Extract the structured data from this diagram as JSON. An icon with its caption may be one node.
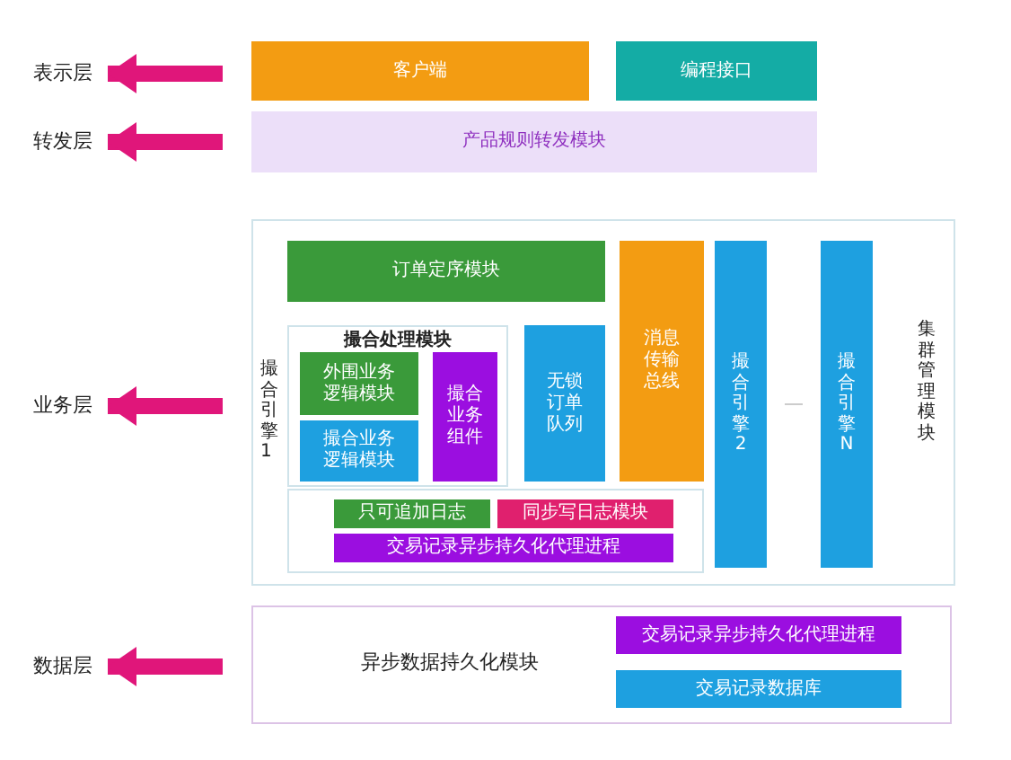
{
  "diagram": {
    "nodes": [
      {
        "text": [
          "表示层"
        ]
      },
      {
        "text": [
          "客户端"
        ]
      },
      {
        "text": [
          "编程接口"
        ]
      },
      {
        "text": [
          "转发层"
        ]
      },
      {
        "text": [
          "产品规则转发模块"
        ]
      },
      {
        "text": [
          "业务层"
        ]
      },
      {
        "text": [],
        "shape": "box"
      },
      {
        "text": [
          "订单定序模块"
        ],
        "in": 6
      },
      {
        "text": [
          "撮合处理模块"
        ],
        "in": 6
      },
      {
        "text": [
          "外围业务逻辑模块"
        ],
        "in": 8
      },
      {
        "text": [
          "撮合业务逻辑模块"
        ],
        "in": 8
      },
      {
        "text": [
          "撮合业务组件"
        ],
        "in": 8
      },
      {
        "text": [
          "无锁订单队列"
        ],
        "in": 6
      },
      {
        "text": [
          "消息传输总线"
        ],
        "in": 6
      },
      {
        "text": [
          "撮合引擎2"
        ],
        "in": 6
      },
      {
        "text": [
          "撮合引擎N"
        ],
        "in": 6
      },
      {
        "text": [],
        "shape": "box",
        "in": 6
      },
      {
        "text": [
          "只可追加日志"
        ],
        "in": 16
      },
      {
        "text": [
          "同步写日志模块"
        ],
        "in": 16
      },
      {
        "text": [
          "交易记录异步持久化代理进程"
        ],
        "in": 16
      },
      {
        "text": [
          "数据层"
        ]
      },
      {
        "text": [
          "异步数据持久化模块"
        ]
      },
      {
        "text": [
          "交易记录异步持久化代理进程"
        ],
        "in": 21
      },
      {
        "text": [
          "交易记录数据库"
        ],
        "in": 21
      }
    ],
    "edges": [
      {
        "from": null,
        "to": 0,
        "arrow": "to"
      },
      {
        "from": null,
        "to": 3,
        "arrow": "to"
      },
      {
        "from": null,
        "to": 5,
        "arrow": "to"
      },
      {
        "from": null,
        "to": 20,
        "arrow": "to"
      }
    ],
    "labels": [
      "撮合引擎1",
      "集群管理模块"
    ]
  }
}
